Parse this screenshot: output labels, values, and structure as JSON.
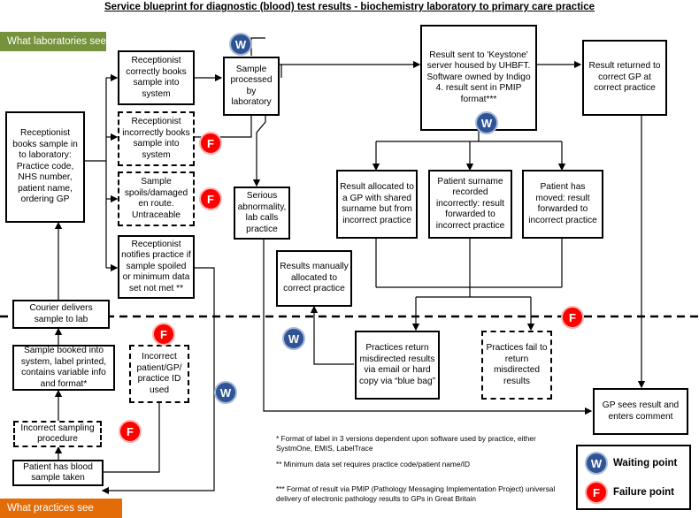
{
  "title": "Service blueprint for diagnostic (blood) test results - biochemistry laboratory to primary care practice",
  "bands": {
    "labs": {
      "label": "What laboratories see",
      "color": "#76923c"
    },
    "practices": {
      "label": "What practices see",
      "color": "#e36c09"
    }
  },
  "boxes": {
    "receptionist_books": "Receptionist books sample in to laboratory: Practice code, NHS number, patient name, ordering GP",
    "correct_book": "Receptionist correctly books sample into system",
    "incorrect_book": "Receptionist incorrectly books sample into system",
    "spoils": "Sample spoils/damaged en route. Untraceable",
    "notifies": "Receptionist notifies practice if sample spoiled or minimum data set not met **",
    "processed": "Sample processed by laboratory",
    "serious": "Serious abnormality, lab calls practice",
    "result_sent": "Result sent to 'Keystone' server housed by UHBFT. Software owned by Indigo 4. result sent in PMIP format***",
    "result_returned": "Result returned to correct GP at correct practice",
    "allocated_gp": "Result allocated to a GP with shared surname but from incorrect practice",
    "surname_wrong": "Patient surname recorded incorrectly: result forwarded to incorrect practice",
    "moved": "Patient has moved: result forwarded to incorrect practice",
    "manual": "Results manually allocated to correct practice",
    "courier": "Courier delivers sample to lab",
    "booked": "Sample booked into system, label printed, contains variable info and format*",
    "incorrect_id": "Incorrect patient/GP/ practice ID used",
    "incorrect_sampling": "Incorrect sampling procedure",
    "blood_taken": "Patient has blood sample taken",
    "return_misdirected": "Practices return misdirected results via email or hard copy via “blue bag”",
    "fail_return": "Practices fail to return misdirected results",
    "gp_sees": "GP sees result and enters comment"
  },
  "badges": {
    "w": "W",
    "f": "F"
  },
  "notes": {
    "n1": "* Format of label in 3 versions dependent upon software used by practice, either SystmOne, EMIS, LabelTrace",
    "n2": "** Minimum data set requires practice code/patient  name/ID",
    "n3": "*** Format of result via PMIP (Pathology Messaging Implementation Project)  universal delivery of electronic pathology results to GPs in Great Britain"
  },
  "legend": {
    "waiting": "Waiting point",
    "failure": "Failure point"
  }
}
